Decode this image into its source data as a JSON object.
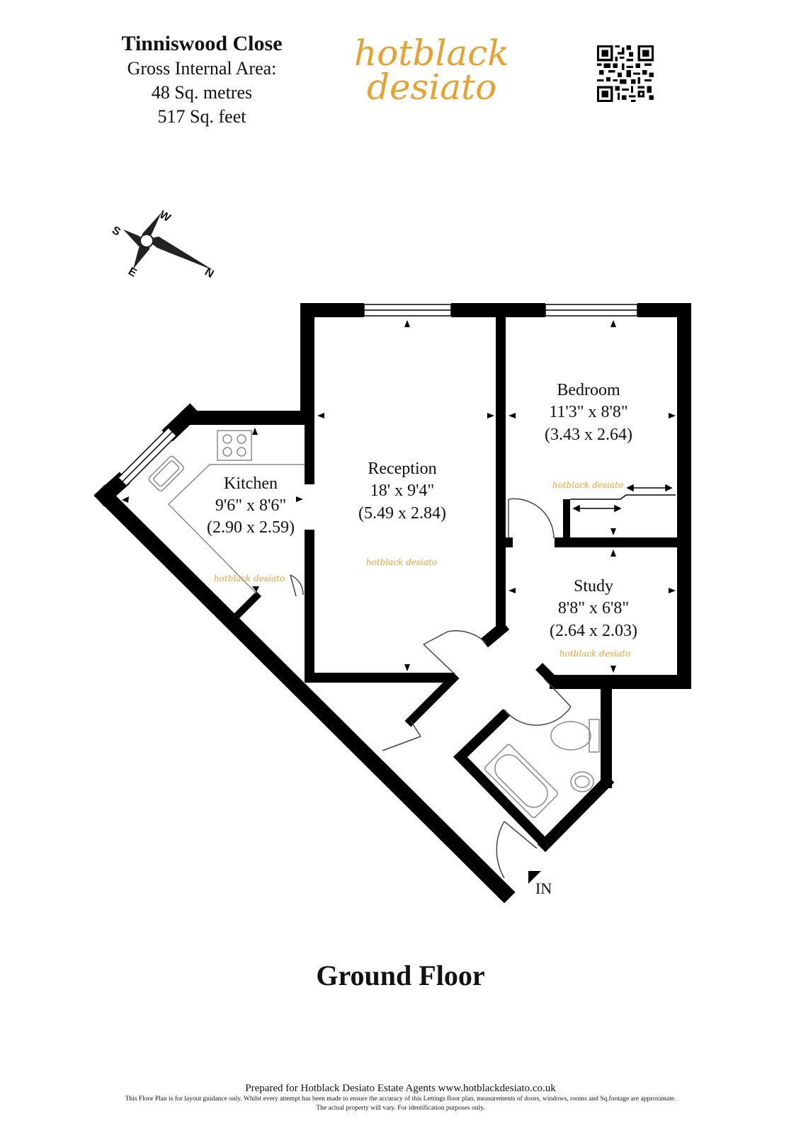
{
  "header": {
    "title": "Tinniswood Close",
    "gia_label": "Gross Internal Area:",
    "area_metric": "48 Sq. metres",
    "area_imperial": "517 Sq. feet"
  },
  "logo": {
    "line1": "hotblack",
    "line2": "desiato",
    "color": "#E8A030"
  },
  "compass": {
    "n": "N",
    "s": "S",
    "e": "E",
    "w": "W"
  },
  "rooms": {
    "kitchen": {
      "name": "Kitchen",
      "size_imperial": "9'6\" x 8'6\"",
      "size_metric": "(2.90 x 2.59)"
    },
    "reception": {
      "name": "Reception",
      "size_imperial": "18' x 9'4\"",
      "size_metric": "(5.49 x 2.84)"
    },
    "bedroom": {
      "name": "Bedroom",
      "size_imperial": "11'3\" x 8'8\"",
      "size_metric": "(3.43 x 2.64)"
    },
    "study": {
      "name": "Study",
      "size_imperial": "8'8\" x 6'8\"",
      "size_metric": "(2.64 x 2.03)"
    }
  },
  "watermark": "hotblack desiato",
  "entrance_label": "IN",
  "floor_title": "Ground Floor",
  "footer": {
    "main": "Prepared for Hotblack Desiato Estate Agents www.hotblackdesiato.co.uk",
    "disclaimer": "This Floor Plan is for layout guidance only. Whilst every attempt has been made to ensure the accuracy of this Lettings floor plan, measurements of doors, windows, rooms and Sq.footage are approximate.",
    "note": "The actual property will vary. For identification purposes only."
  },
  "colors": {
    "wall": "#000000",
    "accent": "#E8A030",
    "fixture": "#888888"
  }
}
